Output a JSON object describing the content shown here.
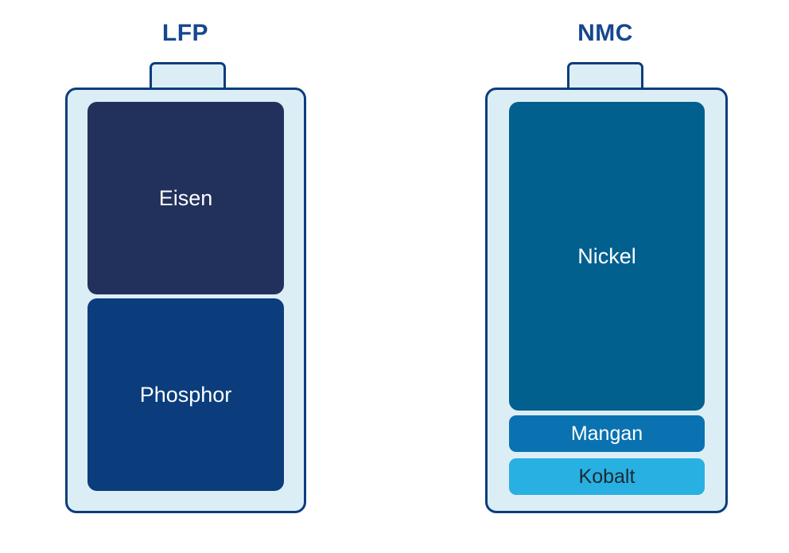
{
  "background_color": "#ffffff",
  "palette": {
    "title_blue": "#16478e",
    "outline_navy": "#0b3d7d",
    "shell_fill": "#dceef5",
    "eisen": "#22315c",
    "phosphor": "#0b3d7d",
    "nickel": "#02608f",
    "mangan": "#0a72b0",
    "kobalt": "#29b0e2",
    "label_light": "#ffffff",
    "label_dark": "#1a2b33"
  },
  "chart_data": {
    "type": "bar",
    "title": "",
    "orientation": "stacked-vertical",
    "units": "relative share of cathode material",
    "charts": [
      {
        "name": "LFP",
        "categories": [
          "Eisen",
          "Phosphor"
        ],
        "values": [
          50,
          50
        ],
        "colors": [
          "#22315c",
          "#0b3d7d"
        ]
      },
      {
        "name": "NMC",
        "categories": [
          "Nickel",
          "Mangan",
          "Kobalt"
        ],
        "values": [
          80,
          10,
          10
        ],
        "colors": [
          "#02608f",
          "#0a72b0",
          "#29b0e2"
        ]
      }
    ]
  },
  "batteries": [
    {
      "title": "LFP",
      "cells": [
        {
          "label": "Eisen",
          "color": "#22315c",
          "text_color": "#ffffff"
        },
        {
          "label": "Phosphor",
          "color": "#0b3d7d",
          "text_color": "#ffffff"
        }
      ]
    },
    {
      "title": "NMC",
      "cells": [
        {
          "label": "Nickel",
          "color": "#02608f",
          "text_color": "#ffffff"
        },
        {
          "label": "Mangan",
          "color": "#0a72b0",
          "text_color": "#ffffff"
        },
        {
          "label": "Kobalt",
          "color": "#29b0e2",
          "text_color": "#1a2b33"
        }
      ]
    }
  ]
}
